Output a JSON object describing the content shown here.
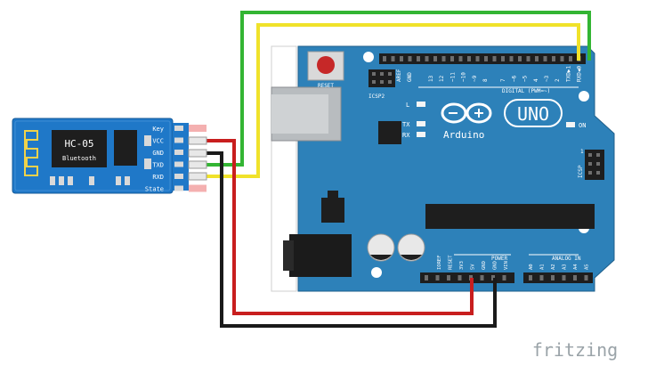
{
  "hc05": {
    "model": "HC-05",
    "subtitle": "Bluetooth",
    "pins": [
      "Key",
      "VCC",
      "GND",
      "TXD",
      "RXD",
      "State"
    ]
  },
  "arduino": {
    "reset_label": "RESET",
    "icsp2_label": "ICSP2",
    "icsp_label": "ICSP",
    "aref_label": "AREF",
    "gnd_label": "GND",
    "digital_pins": [
      "13",
      "12",
      "~11",
      "~10",
      "~9",
      "8",
      "7",
      "~6",
      "~5",
      "4",
      "~3",
      "2",
      "TXD▶1",
      "RXD◀0"
    ],
    "digital_label": "DIGITAL (PWM=~)",
    "led_l": "L",
    "led_tx": "TX",
    "led_rx": "RX",
    "on_label": "ON",
    "brand": "Arduino",
    "model": "UNO",
    "power_label": "POWER",
    "analog_label": "ANALOG IN",
    "power_pins": [
      "IOREF",
      "RESET",
      "3V3",
      "5V",
      "GND",
      "GND",
      "VIN"
    ],
    "analog_pins": [
      "A0",
      "A1",
      "A2",
      "A3",
      "A4",
      "A5"
    ],
    "icsp_pin_number": "1"
  },
  "watermark": "fritzing",
  "colors": {
    "board": "#2d81b9",
    "board_dark": "#1f5f8b",
    "hc05": "#1f78c8",
    "wire_green": "#33b533",
    "wire_yellow": "#f0e22a",
    "wire_red": "#c81e1e",
    "wire_black": "#1a1a1a"
  }
}
